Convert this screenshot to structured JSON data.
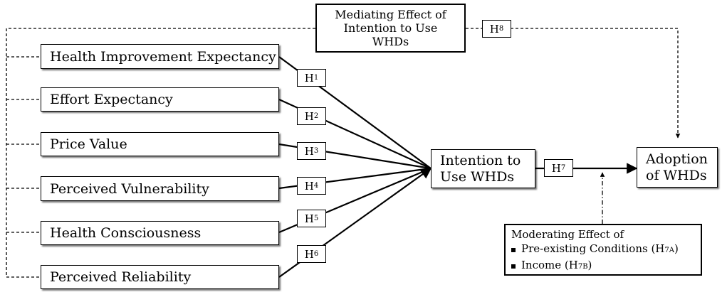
{
  "constructs": [
    "Health Improvement Expectancy",
    "Effort Expectancy",
    "Price Value",
    "Perceived Vulnerability",
    "Health Consciousness",
    "Perceived Reliability"
  ],
  "hypotheses": {
    "h1": {
      "main": "H",
      "sub": "1"
    },
    "h2": {
      "main": "H",
      "sub": "2"
    },
    "h3": {
      "main": "H",
      "sub": "3"
    },
    "h4": {
      "main": "H",
      "sub": "4"
    },
    "h5": {
      "main": "H",
      "sub": "5"
    },
    "h6": {
      "main": "H",
      "sub": "6"
    },
    "h7": {
      "main": "H",
      "sub": "7"
    },
    "h8": {
      "main": "H",
      "sub": "8"
    }
  },
  "intention": {
    "line1": "Intention to",
    "line2": "Use WHDs"
  },
  "adoption": {
    "line1": "Adoption",
    "line2": "of WHDs"
  },
  "mediator": {
    "line1": "Mediating Effect of",
    "line2": "Intention to Use",
    "line3": "WHDs"
  },
  "moderator": {
    "title": "Moderating Effect of",
    "items": [
      {
        "text": "Pre-existing Conditions (H",
        "sub": "7A",
        "suffix": ")"
      },
      {
        "text": "Income (H",
        "sub": "7B",
        "suffix": ")"
      }
    ]
  }
}
